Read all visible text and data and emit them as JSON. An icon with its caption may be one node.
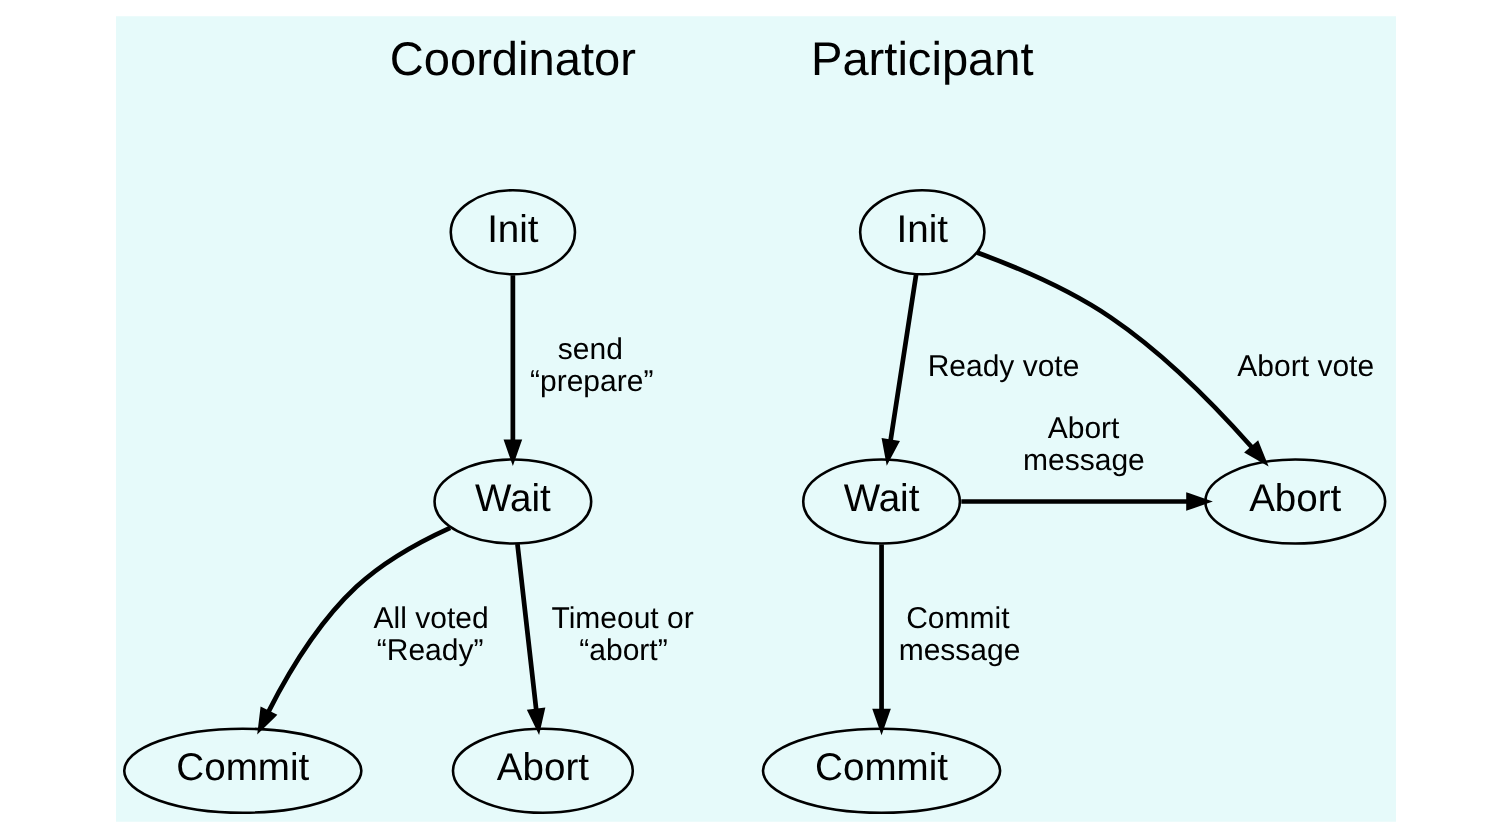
{
  "diagram": {
    "nodes": [
      {
        "text": [
          "Init"
        ]
      },
      {
        "text": [
          "Wait"
        ]
      },
      {
        "text": [
          "Commit"
        ]
      },
      {
        "text": [
          "Abort"
        ]
      },
      {
        "text": [
          "Init"
        ]
      },
      {
        "text": [
          "Wait"
        ]
      },
      {
        "text": [
          "Abort"
        ]
      },
      {
        "text": [
          "Commit"
        ]
      }
    ],
    "edges": [
      {
        "from": 0,
        "to": 1,
        "arrow": "to",
        "label": "send “prepare”"
      },
      {
        "from": 1,
        "to": 2,
        "arrow": "to",
        "label": "All voted “Ready”"
      },
      {
        "from": 1,
        "to": 3,
        "arrow": "to",
        "label": "Timeout or “abort”"
      },
      {
        "from": 4,
        "to": 5,
        "arrow": "to",
        "label": "Ready vote"
      },
      {
        "from": 4,
        "to": 6,
        "arrow": "to",
        "label": "Abort vote"
      },
      {
        "from": 5,
        "to": 6,
        "arrow": "to",
        "label": "Abort message"
      },
      {
        "from": 5,
        "to": 7,
        "arrow": "to",
        "label": "Commit message"
      }
    ],
    "labels": [
      "Coordinator",
      "Participant"
    ]
  }
}
